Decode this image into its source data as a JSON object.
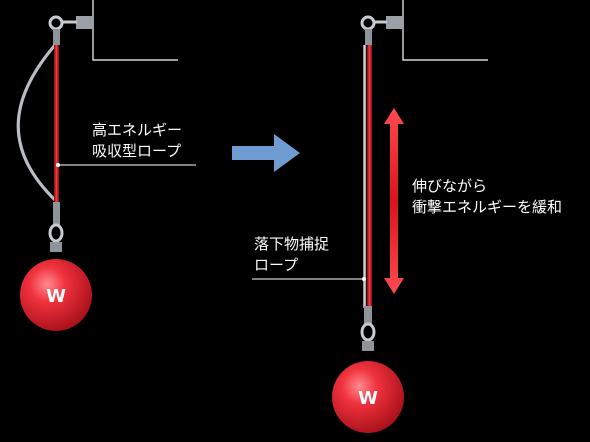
{
  "labels": {
    "before_rope_line1": "高エネルギー",
    "before_rope_line2": "吸収型ロープ",
    "after_effect_line1": "伸びながら",
    "after_effect_line2": "衝撃エネルギーを緩和",
    "catch_rope_line1": "落下物捕捉",
    "catch_rope_line2": "ロープ",
    "weight_symbol_left": "W",
    "weight_symbol_right": "W"
  },
  "colors": {
    "background": "#000000",
    "rope_red": "#d0141c",
    "steel_rope": "#b9bec4",
    "arrow_blue": "#6f9bd3",
    "double_arrow_red": "#e8202a",
    "weight_red": "#e3222f",
    "bracket_line": "#ffffff"
  },
  "icons": {
    "transition_arrow": "right-arrow-icon",
    "stretch_arrow": "double-vertical-arrow-icon"
  }
}
